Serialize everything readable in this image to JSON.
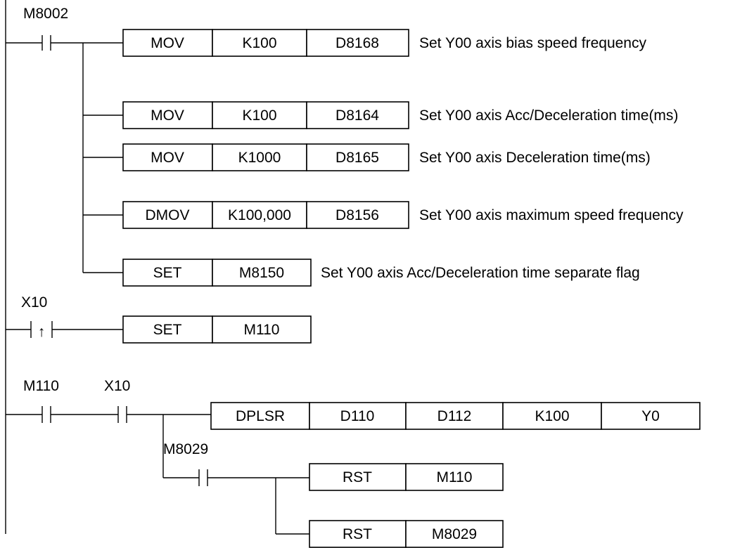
{
  "rung1": {
    "contact": "M8002",
    "instructions": [
      {
        "cells": [
          "MOV",
          "K100",
          "D8168"
        ],
        "comment": "Set Y00 axis bias speed frequency"
      },
      {
        "cells": [
          "MOV",
          "K100",
          "D8164"
        ],
        "comment": "Set Y00 axis Acc/Deceleration time(ms)"
      },
      {
        "cells": [
          "MOV",
          "K1000",
          "D8165"
        ],
        "comment": "Set Y00 axis Deceleration time(ms)"
      },
      {
        "cells": [
          "DMOV",
          "K100,000",
          "D8156"
        ],
        "comment": "Set Y00 axis maximum speed frequency"
      },
      {
        "cells": [
          "SET",
          "M8150"
        ],
        "comment": "Set Y00 axis Acc/Deceleration time separate flag"
      }
    ]
  },
  "rung2": {
    "contact": "X10",
    "contact_symbol": "↑",
    "instruction": [
      "SET",
      "M110"
    ]
  },
  "rung3": {
    "contact1": "M110",
    "contact2": "X10",
    "instruction": [
      "DPLSR",
      "D110",
      "D112",
      "K100",
      "Y0"
    ],
    "branch_contact": "M8029",
    "branch_instructions": [
      [
        "RST",
        "M110"
      ],
      [
        "RST",
        "M8029"
      ]
    ]
  }
}
